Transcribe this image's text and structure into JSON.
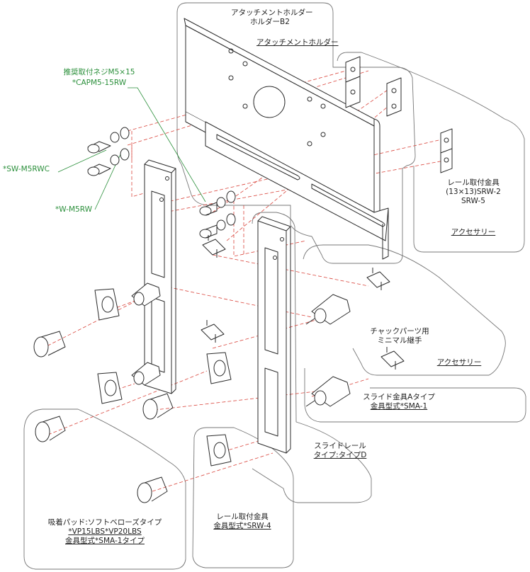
{
  "labels": {
    "holder_title_1": "アタッチメントホルダー",
    "holder_title_2": "ホルダーB2",
    "holder_name": "アタッチメントホルダー",
    "screw_rec": "推奨取付ネジM5×15",
    "screw_code": "*CAPM5-15RW",
    "sw": "*SW-M5RWC",
    "w": "*W-M5RW",
    "rail_fit_1": "レール取付金具",
    "rail_fit_2": "(13×13)SRW-2",
    "rail_fit_3": "SRW-5",
    "accessory_top": "アクセサリー",
    "chuck_1": "チャックパーツ用",
    "chuck_2": "ミニマル継手",
    "accessory_mid": "アクセサリー",
    "slide_1": "スライド金具Aタイプ",
    "slide_2": "金具型式*SMA-1",
    "rail_1": "スライドレール",
    "rail_2": "タイプ:タイプD",
    "rail_mount_1": "レール取付金具",
    "rail_mount_2": "金具型式*SRW-4",
    "pad_1": "吸着パッド:ソフトベローズタイプ",
    "pad_2": "*VP15LBS*VP20LBS",
    "pad_3": "金具型式*SMA-1タイプ"
  },
  "colors": {
    "line": "#2b2b2b",
    "leader_red": "#d9433a",
    "leader_green": "#2a8f3a",
    "callout": "#777777"
  }
}
